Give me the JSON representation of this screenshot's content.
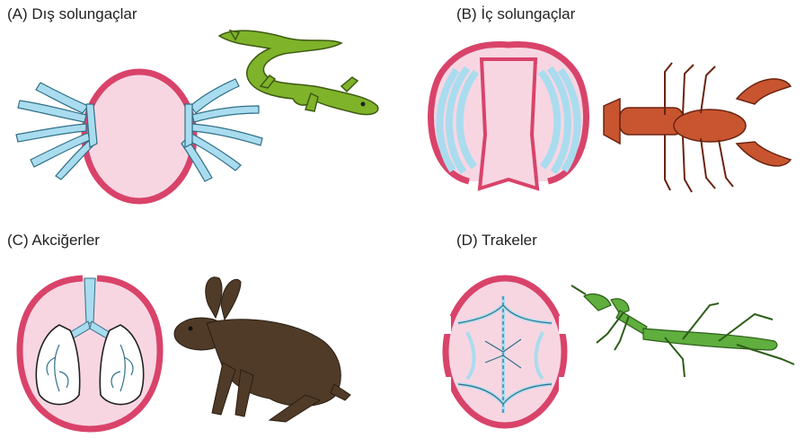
{
  "panels": [
    {
      "id": "A",
      "label": "(A)  Dış solungaçlar"
    },
    {
      "id": "B",
      "label": "(B)  İç solungaçlar"
    },
    {
      "id": "C",
      "label": "(C)  Akciğerler"
    },
    {
      "id": "D",
      "label": "(D)  Trakeler"
    }
  ],
  "colors": {
    "wall": "#d9436a",
    "inner": "#f7d6e2",
    "organ": "#a9dcef",
    "organ_stroke": "#2f6f86",
    "salamander": "#7fb32a",
    "lobster": "#c8552f",
    "rabbit": "#4f3b28",
    "mantis": "#5fae3e"
  }
}
